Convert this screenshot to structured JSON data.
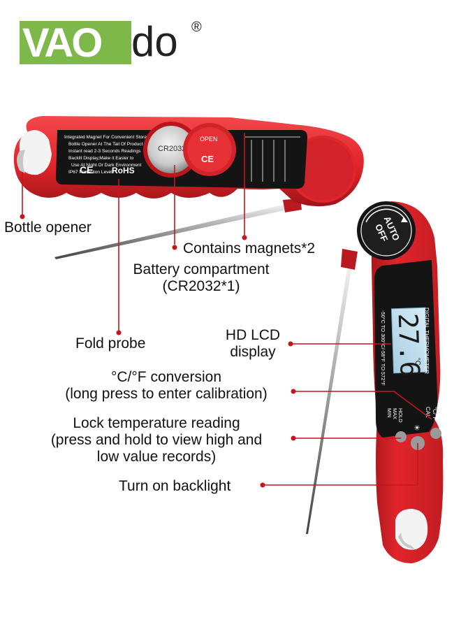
{
  "brand": {
    "logo_boxed": "VAO",
    "logo_tail": "do",
    "registered_mark": "®"
  },
  "device": {
    "left_panel_lines": [
      "Integrated Magnet For Convenient Storage",
      "Bottle Opener At The Tail Of Product",
      "Instant read 2-3 Seconds Readings",
      "Backlit Display,Make it Easier to",
      "Use At Night Or Dark Environment",
      "IP67 Protection Level"
    ],
    "ce_mark": "CE",
    "rohs_mark": "RoHS",
    "battery_label": "CR2032",
    "lid_open_label": "OPEN",
    "lid_ce_mark": "CE",
    "auto_off_top": "AUTO",
    "auto_off_bottom": "OFF",
    "brand_vertical": "DIGITAL THERMOMETER",
    "range_vertical": "-50°C TO 300°C/-58°F TO 572°F",
    "lcd_reading": "27.6",
    "lcd_unit": "°C",
    "btn_hold": "HOLD",
    "btn_max": "MAX",
    "btn_min": "MIN",
    "btn_cal": "CAL",
    "btn_cf": "°C/°F"
  },
  "callouts": {
    "bottle_opener": "Bottle opener",
    "contains_magnets": "Contains magnets*2",
    "battery_line1": "Battery compartment",
    "battery_line2": "(CR2032*1)",
    "fold_probe": "Fold probe",
    "lcd_line1": "HD LCD",
    "lcd_line2": "display",
    "conversion_line1": "°C/°F conversion",
    "conversion_line2": "(long press to enter calibration)",
    "lock_line1": "Lock temperature reading",
    "lock_line2": "(press and hold to view high and",
    "lock_line3": "low value records)",
    "backlight": "Turn on backlight"
  },
  "colors": {
    "body_red": "#e0252b",
    "dark_red": "#9e1418",
    "panel_black": "#141414",
    "lcd_blue": "#bcd9ea",
    "callout_red": "#c4161c",
    "logo_green": "#7fb84a"
  }
}
